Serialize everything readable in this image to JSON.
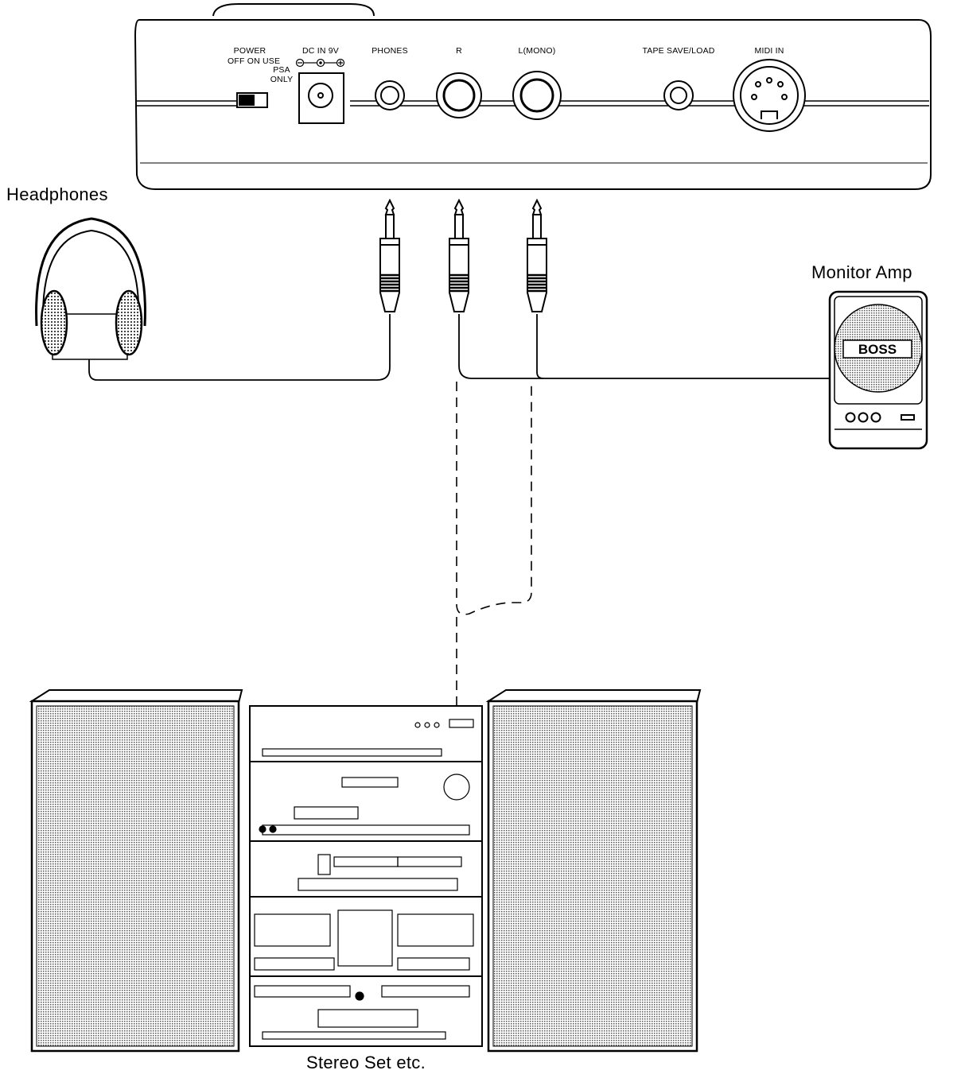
{
  "panel_labels": {
    "power": "POWER",
    "off_on_use": "OFF  ON USE",
    "psa": "PSA",
    "only": "ONLY",
    "dc_in": "DC IN 9V",
    "phones": "PHONES",
    "r": "R",
    "l_mono": "L(MONO)",
    "tape": "TAPE SAVE/LOAD",
    "midi": "MIDI IN"
  },
  "device_labels": {
    "headphones": "Headphones",
    "monitor_amp": "Monitor Amp",
    "stereo_set": "Stereo Set etc."
  },
  "amp_brand": "BOSS",
  "colors": {
    "line": "#000000",
    "fill": "#ffffff",
    "grille": "#bdbdbd"
  }
}
